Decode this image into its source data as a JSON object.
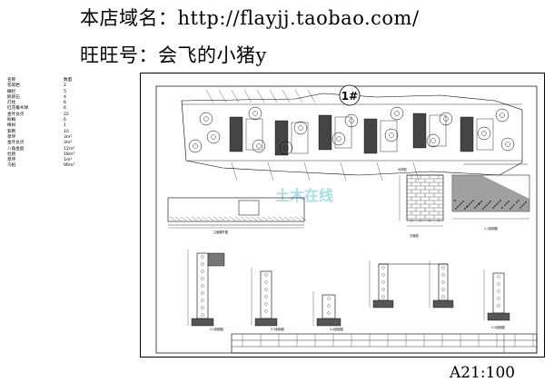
{
  "header": {
    "shop_line": "本店域名：http://flayjj.taobao.com/",
    "wangwang_line": "旺旺号：会飞的小猪y"
  },
  "legend": {
    "columns": [
      "名称",
      "数量"
    ],
    "rows": [
      [
        "花岗岩",
        "2"
      ],
      [
        "栅栏",
        "5"
      ],
      [
        "鹅卵石",
        "4"
      ],
      [
        "灯柱",
        "6"
      ],
      [
        "红花檵木球",
        "6"
      ],
      [
        "金叶女贞",
        "22"
      ],
      [
        "棕榈",
        "6"
      ],
      [
        "樟树",
        "1"
      ],
      [
        "紫荆",
        "10"
      ],
      [
        "草坪",
        "3m²"
      ],
      [
        "金叶女贞",
        "3m²"
      ],
      [
        "八角金盘",
        "12m²"
      ],
      [
        "杜鹃",
        "18m²"
      ],
      [
        "草坪",
        "1m²"
      ],
      [
        "乌桕",
        "96m²"
      ]
    ]
  },
  "drawing": {
    "plan_marker": "1#",
    "watermark": "土木在线",
    "detail_labels": [
      "立面展开图",
      "平面图",
      "大样图",
      "1-1剖面图",
      "2-2剖面图",
      "3-3剖面图",
      "4-4剖面图",
      "5-5剖面图"
    ]
  },
  "scale_label": "A21:100"
}
